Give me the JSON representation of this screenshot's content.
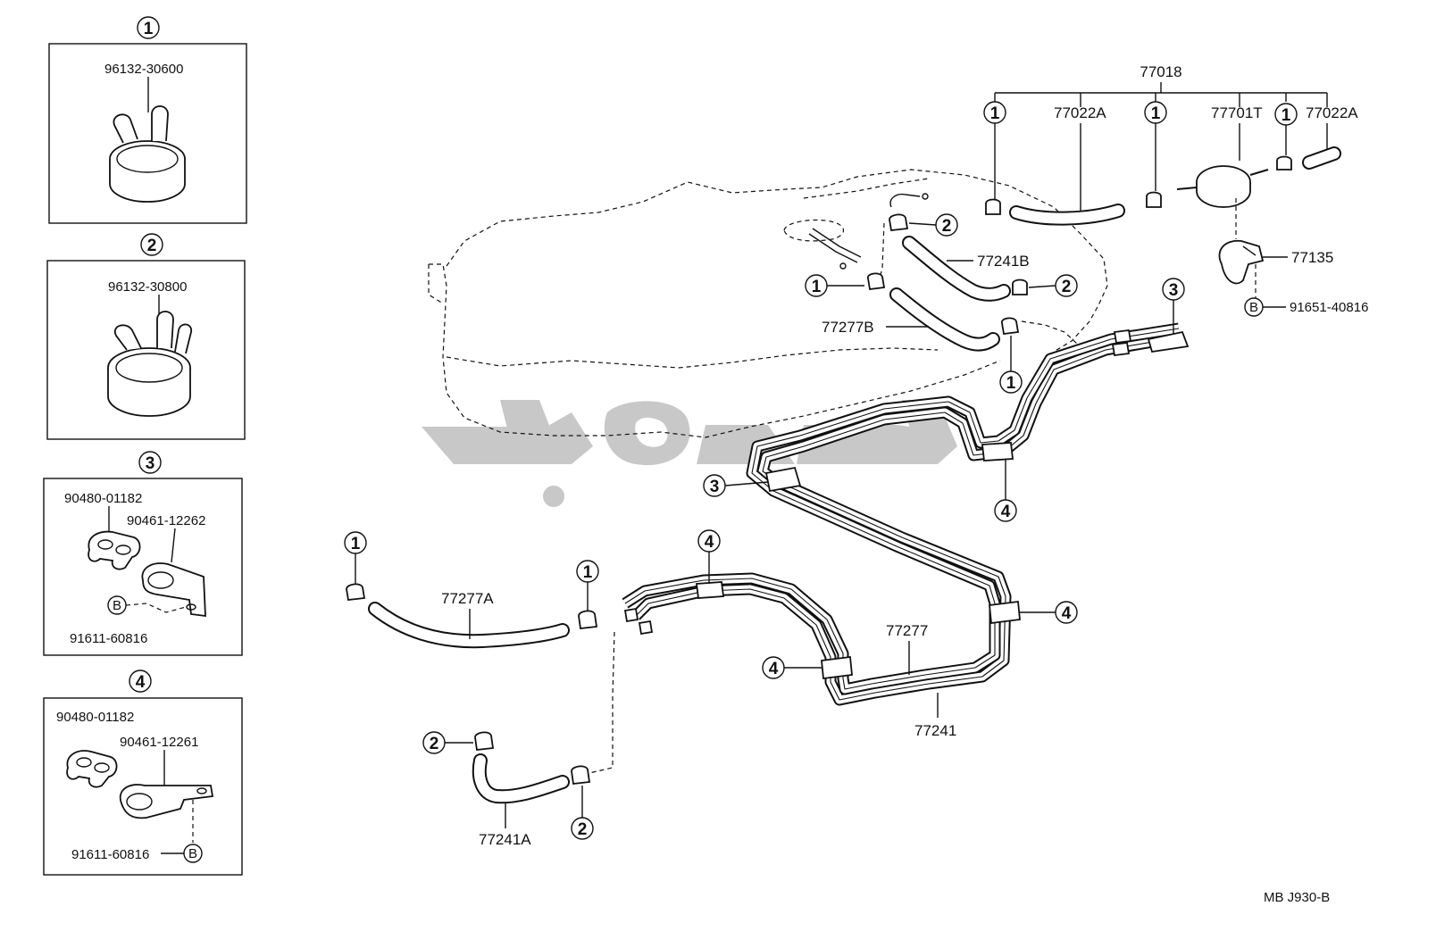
{
  "diagram_code": "MB  J930-B",
  "legend_boxes": [
    {
      "number": "1",
      "parts": [
        "96132-30600"
      ]
    },
    {
      "number": "2",
      "parts": [
        "96132-30800"
      ]
    },
    {
      "number": "3",
      "parts": [
        "90480-01182",
        "90461-12262",
        "91611-60816"
      ],
      "bolt_ref": "B"
    },
    {
      "number": "4",
      "parts": [
        "90480-01182",
        "90461-12261",
        "91611-60816"
      ],
      "bolt_ref": "B"
    }
  ],
  "main_labels": {
    "assy": "77018",
    "hose_77022A_a": "77022A",
    "canister_filter": "77701T",
    "hose_77022A_b": "77022A",
    "bracket": "77135",
    "bolt": "91651-40816",
    "bolt_ref": "B",
    "hose_77241B": "77241B",
    "hose_77277B": "77277B",
    "hose_77277A": "77277A",
    "tube_77277": "77277",
    "tube_77241": "77241",
    "hose_77241A": "77241A"
  },
  "callouts": {
    "c1": "1",
    "c2": "2",
    "c3": "3",
    "c4": "4"
  }
}
